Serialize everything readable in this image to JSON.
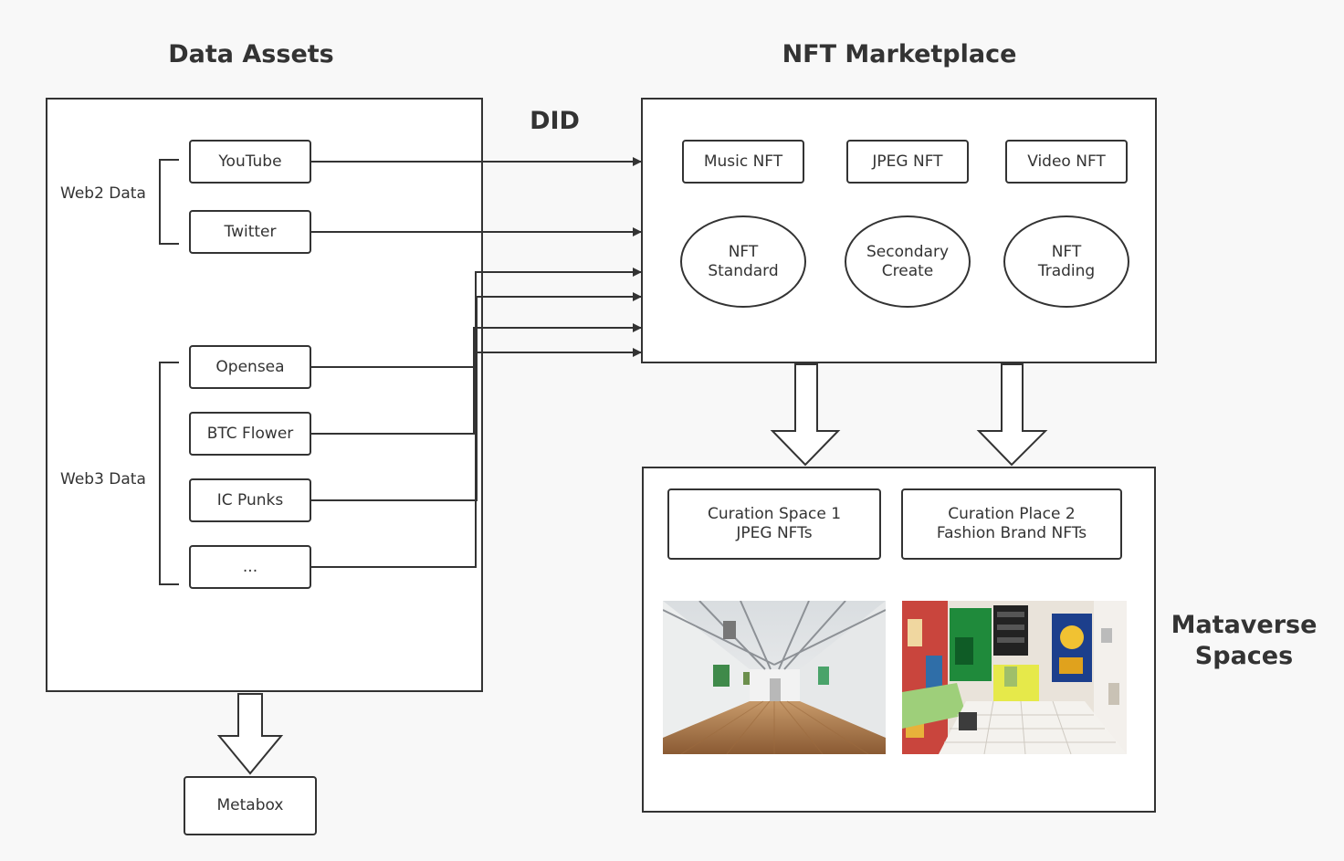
{
  "titles": {
    "data_assets": "Data Assets",
    "nft_marketplace": "NFT Marketplace",
    "did": "DID",
    "metaverse": "Mataverse\nSpaces"
  },
  "data_assets": {
    "web2_label": "Web2 Data",
    "web3_label": "Web3 Data",
    "web2_items": [
      "YouTube",
      "Twitter"
    ],
    "web3_items": [
      "Opensea",
      "BTC Flower",
      "IC Punks",
      "..."
    ]
  },
  "nft_marketplace": {
    "types": [
      "Music NFT",
      "JPEG NFT",
      "Video NFT"
    ],
    "functions": [
      "NFT\nStandard",
      "Secondary\nCreate",
      "NFT\nTrading"
    ]
  },
  "metaverse_spaces": {
    "spaces": [
      "Curation Space 1\nJPEG NFTs",
      "Curation Place 2\nFashion Brand NFTs"
    ]
  },
  "metabox": "Metabox",
  "colors": {
    "stroke": "#333333",
    "background": "#f8f8f8",
    "panel": "#ffffff"
  }
}
